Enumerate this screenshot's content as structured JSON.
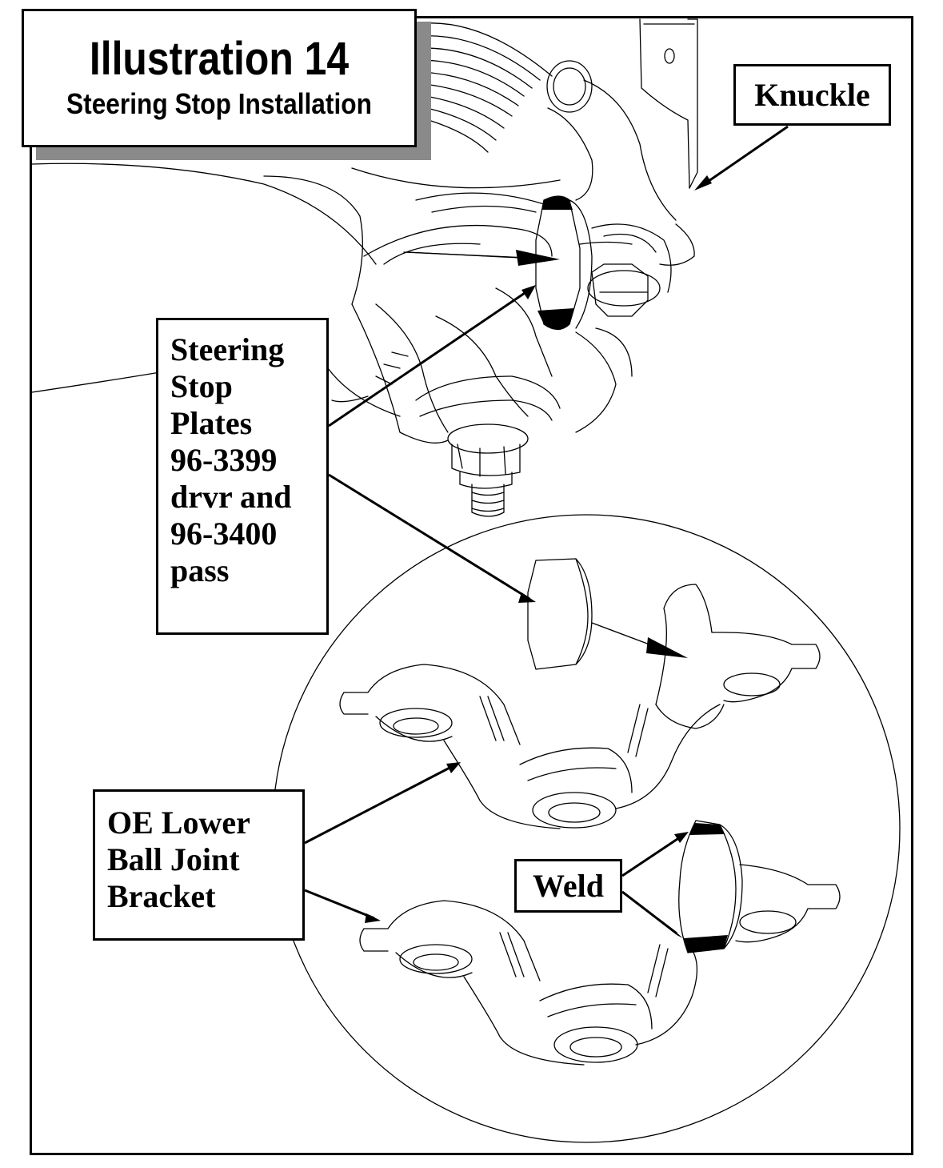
{
  "title": {
    "main": "Illustration 14",
    "subtitle": "Steering Stop Installation"
  },
  "labels": {
    "knuckle": "Knuckle",
    "plates": [
      "Steering",
      "Stop",
      "Plates",
      "96-3399",
      "drvr and",
      "96-3400",
      "pass"
    ],
    "bracket": [
      "OE Lower",
      "Ball Joint",
      "Bracket"
    ],
    "weld": "Weld"
  },
  "colors": {
    "line": "#000000",
    "shadow": "#8a8a8a",
    "background": "#ffffff"
  }
}
